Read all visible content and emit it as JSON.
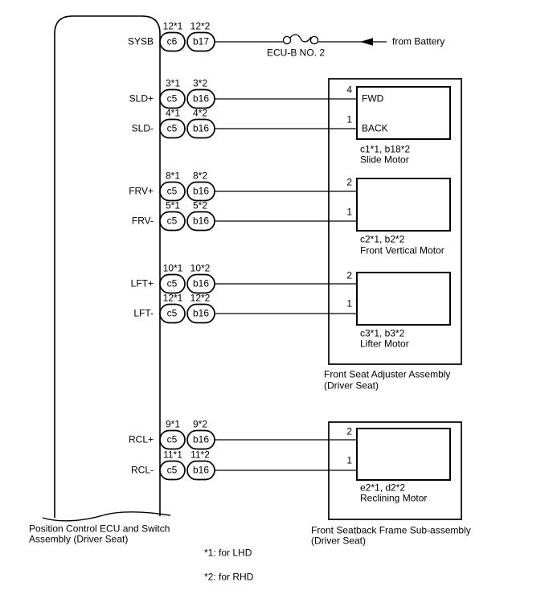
{
  "ecu": {
    "name_line1": "Position Control ECU and Switch",
    "name_line2": "Assembly (Driver Seat)",
    "pins": [
      {
        "signal": "SYSB",
        "pin_lhd": "12*1",
        "pin_rhd": "12*2",
        "conn_lhd": "c6",
        "conn_rhd": "b17"
      },
      {
        "signal": "SLD+",
        "pin_lhd": "3*1",
        "pin_rhd": "3*2",
        "conn_lhd": "c5",
        "conn_rhd": "b16"
      },
      {
        "signal": "SLD-",
        "pin_lhd": "4*1",
        "pin_rhd": "4*2",
        "conn_lhd": "c5",
        "conn_rhd": "b16"
      },
      {
        "signal": "FRV+",
        "pin_lhd": "8*1",
        "pin_rhd": "8*2",
        "conn_lhd": "c5",
        "conn_rhd": "b16"
      },
      {
        "signal": "FRV-",
        "pin_lhd": "5*1",
        "pin_rhd": "5*2",
        "conn_lhd": "c5",
        "conn_rhd": "b16"
      },
      {
        "signal": "LFT+",
        "pin_lhd": "10*1",
        "pin_rhd": "10*2",
        "conn_lhd": "c5",
        "conn_rhd": "b16"
      },
      {
        "signal": "LFT-",
        "pin_lhd": "12*1",
        "pin_rhd": "12*2",
        "conn_lhd": "c5",
        "conn_rhd": "b16"
      },
      {
        "signal": "RCL+",
        "pin_lhd": "9*1",
        "pin_rhd": "9*2",
        "conn_lhd": "c5",
        "conn_rhd": "b16"
      },
      {
        "signal": "RCL-",
        "pin_lhd": "11*1",
        "pin_rhd": "11*2",
        "conn_lhd": "c5",
        "conn_rhd": "b16"
      }
    ]
  },
  "power": {
    "fuse_label": "ECU-B NO. 2",
    "source_label": "from Battery"
  },
  "adjuster_assembly": {
    "name_line1": "Front Seat Adjuster Assembly",
    "name_line2": "(Driver Seat)",
    "motors": [
      {
        "name": "Slide Motor",
        "connector_codes": "c1*1, b18*2",
        "terminal_top": "4",
        "terminal_bottom": "1",
        "dir_top": "FWD",
        "dir_bottom": "BACK"
      },
      {
        "name": "Front Vertical Motor",
        "connector_codes": "c2*1, b2*2",
        "terminal_top": "2",
        "terminal_bottom": "1"
      },
      {
        "name": "Lifter Motor",
        "connector_codes": "c3*1, b3*2",
        "terminal_top": "2",
        "terminal_bottom": "1"
      }
    ]
  },
  "seatback_assembly": {
    "name_line1": "Front Seatback Frame Sub-assembly",
    "name_line2": "(Driver Seat)",
    "motors": [
      {
        "name": "Reclining Motor",
        "connector_codes": "e2*1, d2*2",
        "terminal_top": "2",
        "terminal_bottom": "1"
      }
    ]
  },
  "notes": [
    "*1: for LHD",
    "*2: for RHD"
  ],
  "colors": {
    "line": "#000000",
    "background": "#ffffff"
  }
}
